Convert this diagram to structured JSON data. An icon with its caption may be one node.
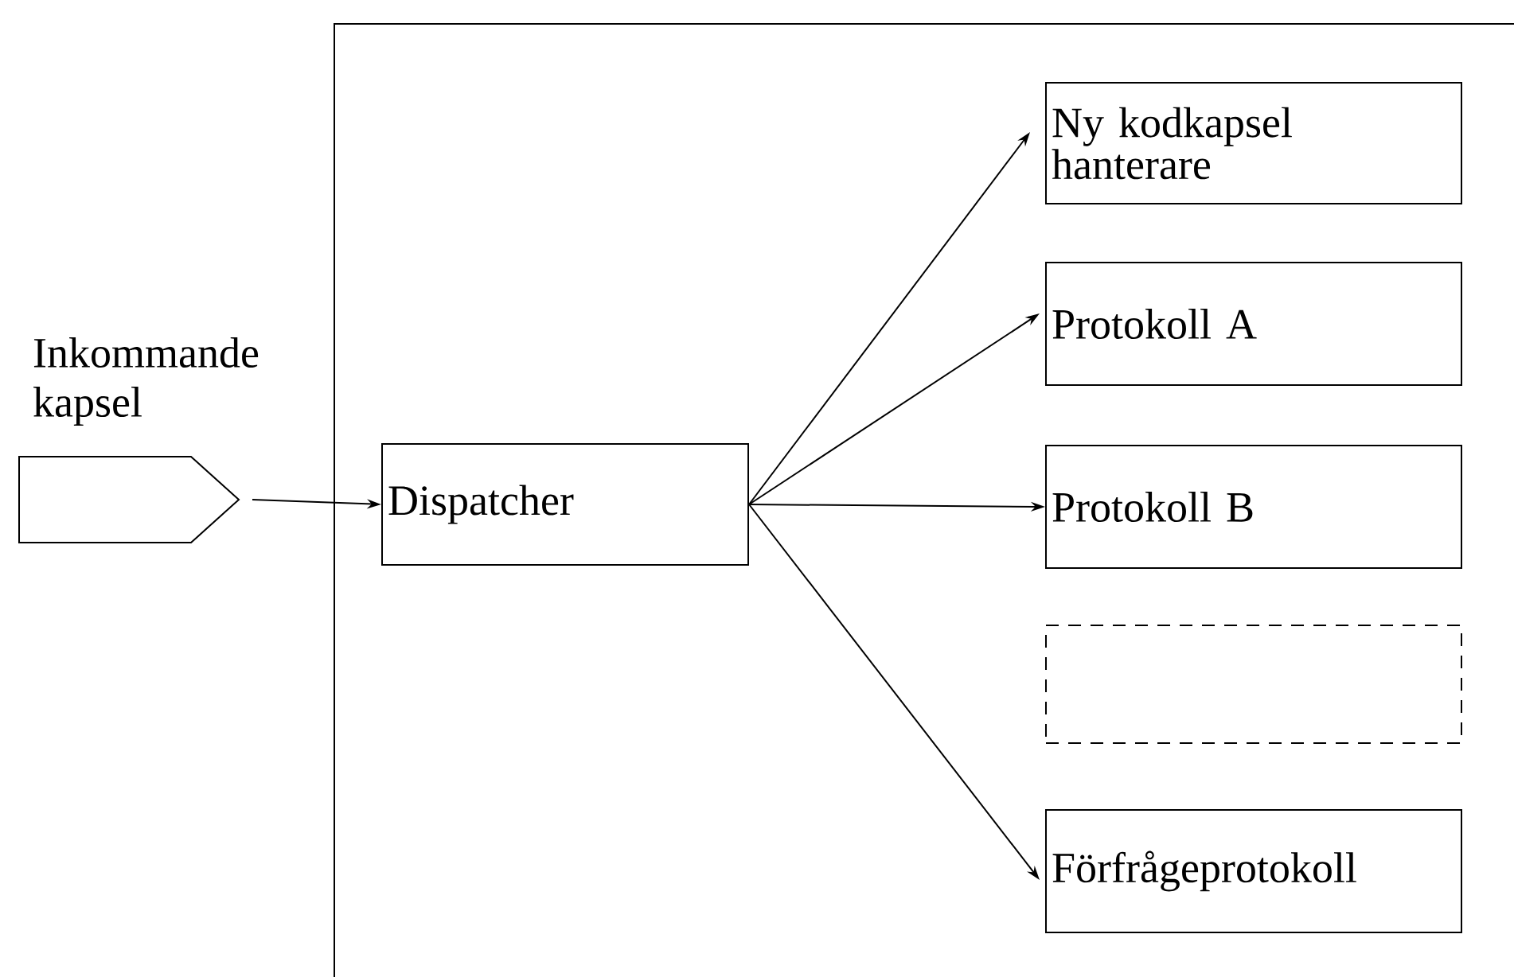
{
  "diagram": {
    "nodes": [
      {
        "text": [
          "Inkommande kapsel"
        ]
      },
      {
        "text": [],
        "shape": "box"
      },
      {
        "text": [
          "Dispatcher"
        ],
        "in": 1
      },
      {
        "text": [
          "Ny kodkapsel hanterare"
        ],
        "in": 1
      },
      {
        "text": [
          "Protokoll A"
        ],
        "in": 1
      },
      {
        "text": [
          "Protokoll B"
        ],
        "in": 1
      },
      {
        "text": [],
        "shape": "box",
        "in": 1
      },
      {
        "text": [
          "Förfrågeprotokoll"
        ],
        "in": 1
      }
    ],
    "edges": [
      {
        "from": 0,
        "to": 2,
        "arrow": "to"
      },
      {
        "from": 2,
        "to": 3,
        "arrow": "to"
      },
      {
        "from": 2,
        "to": 4,
        "arrow": "to"
      },
      {
        "from": 2,
        "to": 5,
        "arrow": "to"
      },
      {
        "from": 2,
        "to": 7,
        "arrow": "to"
      }
    ]
  }
}
